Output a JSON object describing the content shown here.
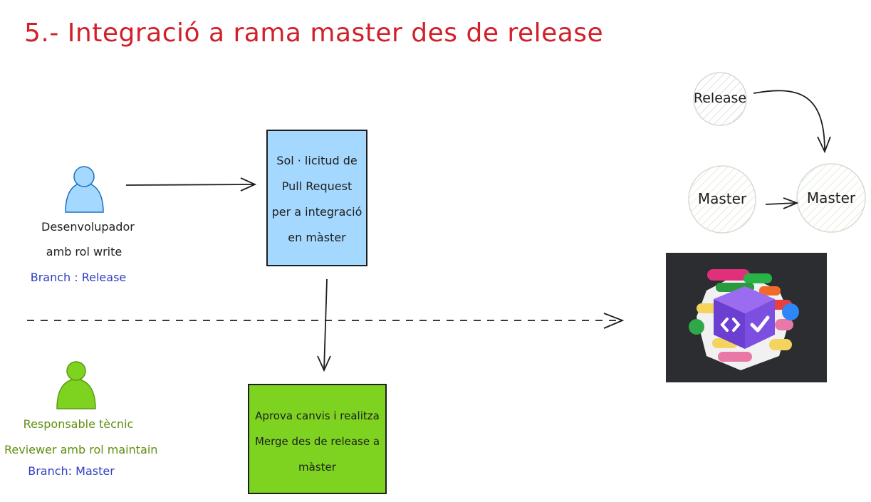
{
  "title": "5.- Integració a rama master des de release",
  "developer": {
    "role_line1": "Desenvolupador",
    "role_line2": "amb rol write",
    "branch": "Branch : Release"
  },
  "reviewer": {
    "role_line1": "Responsable tècnic",
    "role_line2": "Reviewer amb rol maintain",
    "branch": "Branch: Master"
  },
  "pr_box": {
    "lines": [
      "Sol · licitud de",
      "Pull Request",
      "per a integració",
      "en màster"
    ]
  },
  "merge_box": {
    "lines": [
      "Aprova canvis i realitza",
      "Merge des de release a",
      "màster"
    ]
  },
  "nodes": {
    "release": "Release",
    "master_left": "Master",
    "master_right": "Master"
  },
  "colors": {
    "title": "#d1202a",
    "developer": "#a5d8ff",
    "reviewer": "#7ed321",
    "pr_box": "#a5d8ff",
    "merge_box": "#7ed321",
    "logo_bg": "#2b2d31"
  },
  "icons": [
    "developer-person-icon",
    "reviewer-person-icon",
    "git-app-logo-icon"
  ]
}
